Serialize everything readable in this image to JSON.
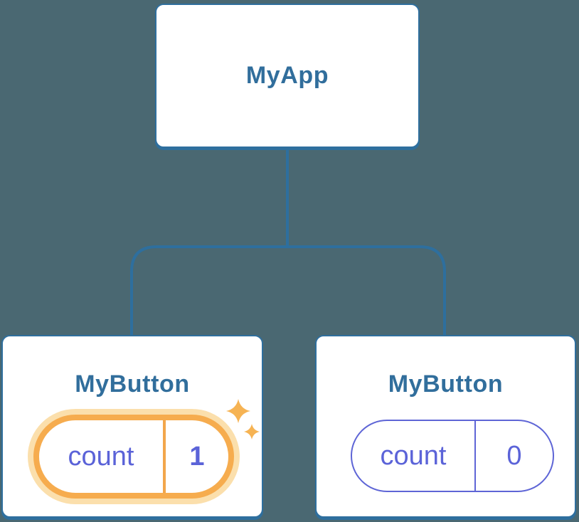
{
  "diagram": {
    "kind": "component-tree",
    "root": {
      "label": "MyApp"
    },
    "children": [
      {
        "label": "MyButton",
        "state": {
          "key": "count",
          "value": "1"
        },
        "highlighted": true,
        "badge_icon": "sparkles-icon"
      },
      {
        "label": "MyButton",
        "state": {
          "key": "count",
          "value": "0"
        },
        "highlighted": false
      }
    ]
  },
  "colors": {
    "background": "#4A6872",
    "card_background": "#FFFFFF",
    "card_border": "#2F6F9E",
    "connector_line": "#2E6F9E",
    "node_label_text": "#316E9C",
    "state_text": "#5B63D8",
    "state_pill_border": "#5E65D6",
    "highlight_ring": "#F6AC4E",
    "highlight_glow": "#FBDFAC",
    "highlight_divider": "#F2A64B",
    "sparkle": "#F6B353"
  }
}
